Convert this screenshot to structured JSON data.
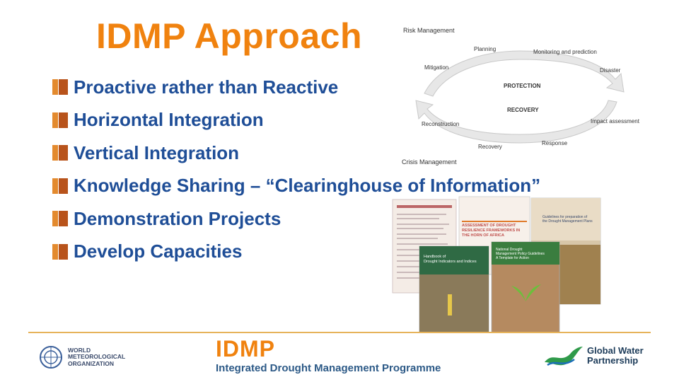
{
  "title": "IDMP Approach",
  "bullets": [
    "Proactive rather than Reactive",
    "Horizontal Integration",
    "Vertical Integration",
    "Knowledge Sharing – “Clearinghouse of Information”",
    "Demonstration Projects",
    "Develop Capacities"
  ],
  "cycle": {
    "risk_management": "Risk Management",
    "crisis_management": "Crisis Management",
    "planning": "Planning",
    "monitoring": "Monitoring and prediction",
    "mitigation": "Mitigation",
    "disaster": "Disaster",
    "protection": "PROTECTION",
    "recovery_center": "RECOVERY",
    "reconstruction": "Reconstruction",
    "impact": "Impact assessment",
    "recovery": "Recovery",
    "response": "Response"
  },
  "publications": {
    "pub1": "ASSESSMENT OF DROUGHT RESILIENCE FRAMEWORKS IN THE HORN OF AFRICA",
    "pub2": "Guidelines for preparation of the Drought Management Plans",
    "pub3": "Handbook of Drought Indicators and Indices",
    "pub4": "National Drought Management Policy Guidelines: A Template for Action"
  },
  "footer": {
    "wmo": "WORLD\nMETEOROLOGICAL\nORGANIZATION",
    "idmp": "IDMP",
    "idmp_full": "Integrated Drought Management Programme",
    "gwp": "Global Water\nPartnership"
  },
  "colors": {
    "title": "#f0820f",
    "bullet_text": "#1f4e97",
    "bullet_marker": "#d76e1c",
    "idmp_sub": "#2d5a87"
  }
}
